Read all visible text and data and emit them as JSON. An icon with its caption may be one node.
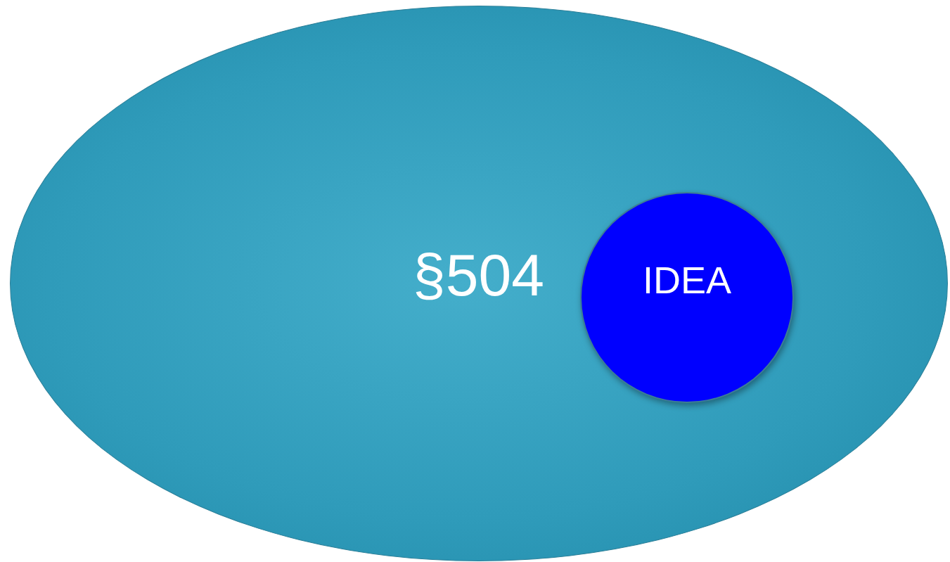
{
  "diagram": {
    "nodes": [
      {
        "text": [
          "§504"
        ]
      },
      {
        "text": [
          "IDEA"
        ],
        "in": 0
      }
    ]
  }
}
